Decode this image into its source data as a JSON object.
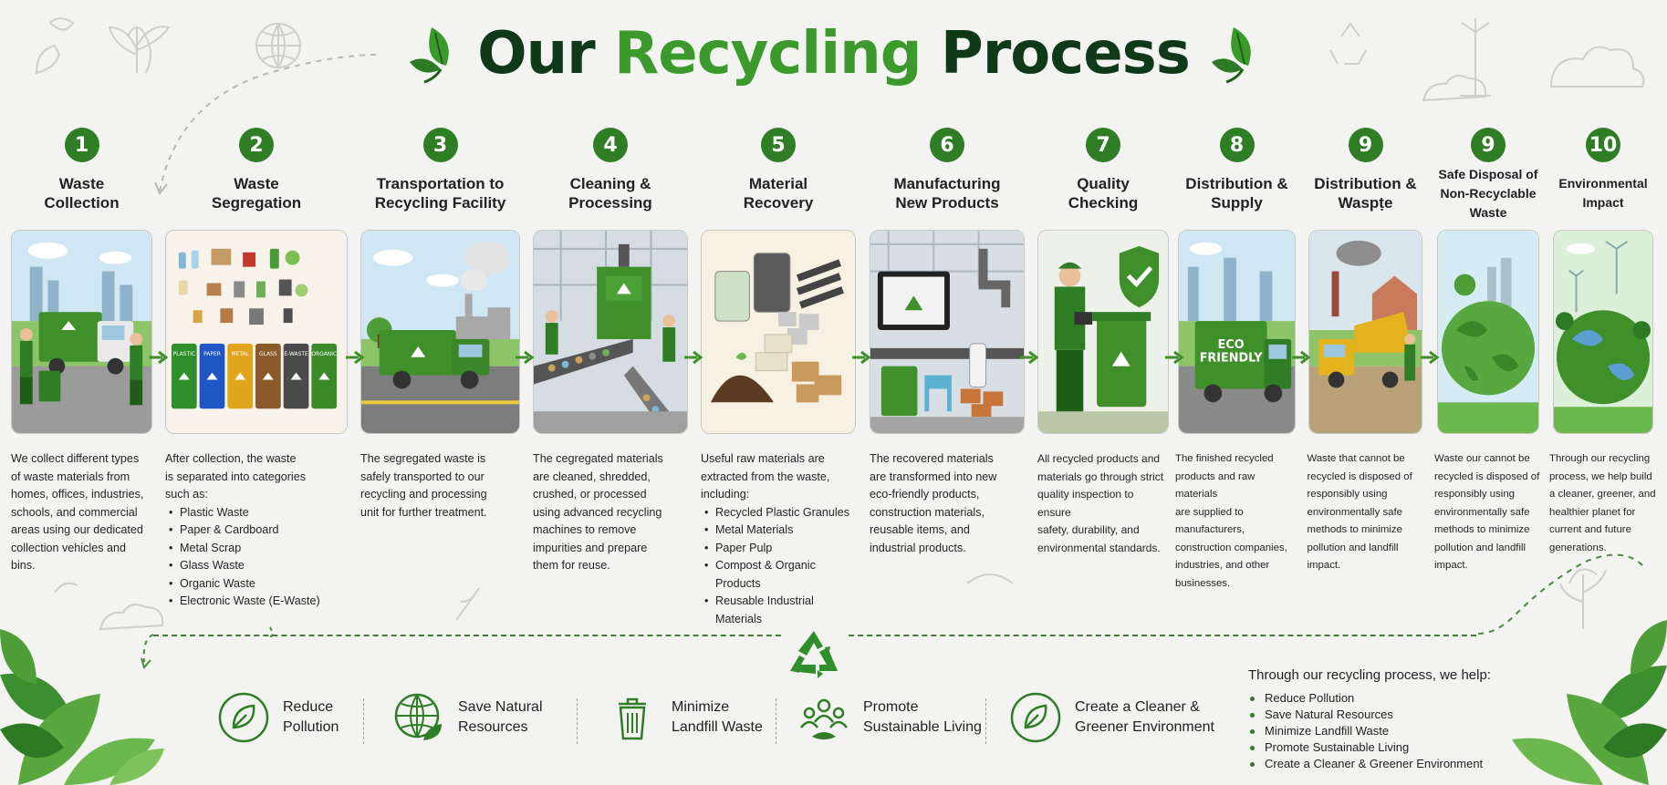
{
  "title": {
    "part1": "Our",
    "part2": "Recycling",
    "part3": "Process"
  },
  "steps": [
    {
      "number": "1",
      "title": "Waste\nCollection",
      "text": "We collect different types\nof waste materials from\nhomes, offices, industries,\nschools, and commercial\nareas using our dedicated\ncollection vehicles and bins.",
      "bullets": []
    },
    {
      "number": "2",
      "title": "Waste\nSegregation",
      "text": "After collection, the waste\nis separated into categories\nsuch as:",
      "bullets": [
        "Plastic Waste",
        "Paper & Cardboard",
        "Metal Scrap",
        "Glass Waste",
        "Organic Waste",
        "Electronic Waste (E-Waste)"
      ],
      "bins": [
        "PLASTIC",
        "PAPER",
        "METAL",
        "GLASS",
        "E-WASTE",
        "ORGANIC"
      ]
    },
    {
      "number": "3",
      "title": "Transportation to\nRecycling Facility",
      "text": "The segregated waste is\nsafely transported to our\nrecycling and processing\nunit for further treatment.",
      "bullets": []
    },
    {
      "number": "4",
      "title": "Cleaning &\nProcessing",
      "text": "The cegregated materials\nare cleaned, shredded,\ncrushed, or processed\nusing advanced recycling\nmachines to remove\nimpurities and prepare\nthem for reuse.",
      "bullets": []
    },
    {
      "number": "5",
      "title": "Material\nRecovery",
      "text": "Useful raw materials are\nextracted from the waste,\nincluding:",
      "bullets": [
        "Recycled Plastic Granules",
        "Metal Materials",
        "Paper Pulp",
        "Compost & Organic\nProducts",
        "Reusable Industrial\nMaterials"
      ]
    },
    {
      "number": "6",
      "title": "Manufacturing\nNew Products",
      "text": "The recovered materials\nare transformed into new\neco-friendly products,\nconstruction materials,\nreusable items, and\nindustrial products.",
      "bullets": []
    },
    {
      "number": "7",
      "title": "Quality\nChecking",
      "text": "All recycled products and\nmaterials go through strict\nquality inspection to ensure\nsafety, durability, and\nenvironmental standards.",
      "bullets": []
    },
    {
      "number": "8",
      "title": "Distribution &\nSupply",
      "text": "The finished recycled\nproducts and raw materials\nare supplied to\nmanufacturers,\nconstruction companies,\nindustries, and other\nbusinesses.",
      "bullets": [],
      "truck_label": "ECO\nFRIENDLY"
    },
    {
      "number": "9",
      "title": "Distribution &\nWaspṭe",
      "text": "Waste that cannot be\nrecycled is disposed of\nresponsibly using\nenvironmentally safe\nmethods to minimize\npollution and landfill\nimpact.",
      "bullets": []
    },
    {
      "number": "9",
      "title": "Safe Disposal of\nNon-Recyclable Waste",
      "text": "Waste our cannot be\nrecycled is disposed of\nresponsibly using\nenvironmentally safe\nmethods to minimize\npollution and landfill\nimpact.",
      "bullets": []
    },
    {
      "number": "10",
      "title": "Environmental\nImpact",
      "text": "Through our recycling\nprocess, we help build\na cleaner, greener, and\nhealthier planet for\ncurrent and future\ngenerations.",
      "bullets": []
    }
  ],
  "benefits": [
    {
      "label": "Reduce\nPollution",
      "icon": "leaf-circle-icon"
    },
    {
      "label": "Save Natural\nResources",
      "icon": "globe-leaf-icon"
    },
    {
      "label": "Minimize\nLandfill Waste",
      "icon": "trash-bin-icon"
    },
    {
      "label": "Promote\nSustainable Living",
      "icon": "people-community-icon"
    },
    {
      "label": "Create a Cleaner &\nGreener Environment",
      "icon": "leaf-circle-icon"
    }
  ],
  "help": {
    "title": "Through our recycling process, we help:",
    "items": [
      "Reduce Pollution",
      "Save Natural Resources",
      "Minimize Landfill Waste",
      "Promote Sustainable Living",
      "Create a Cleaner & Greener Environment"
    ]
  },
  "colors": {
    "dark_green": "#10391a",
    "accent_green": "#3c9a2c",
    "badge_green": "#2f7d25",
    "background": "#f3f3f1"
  }
}
